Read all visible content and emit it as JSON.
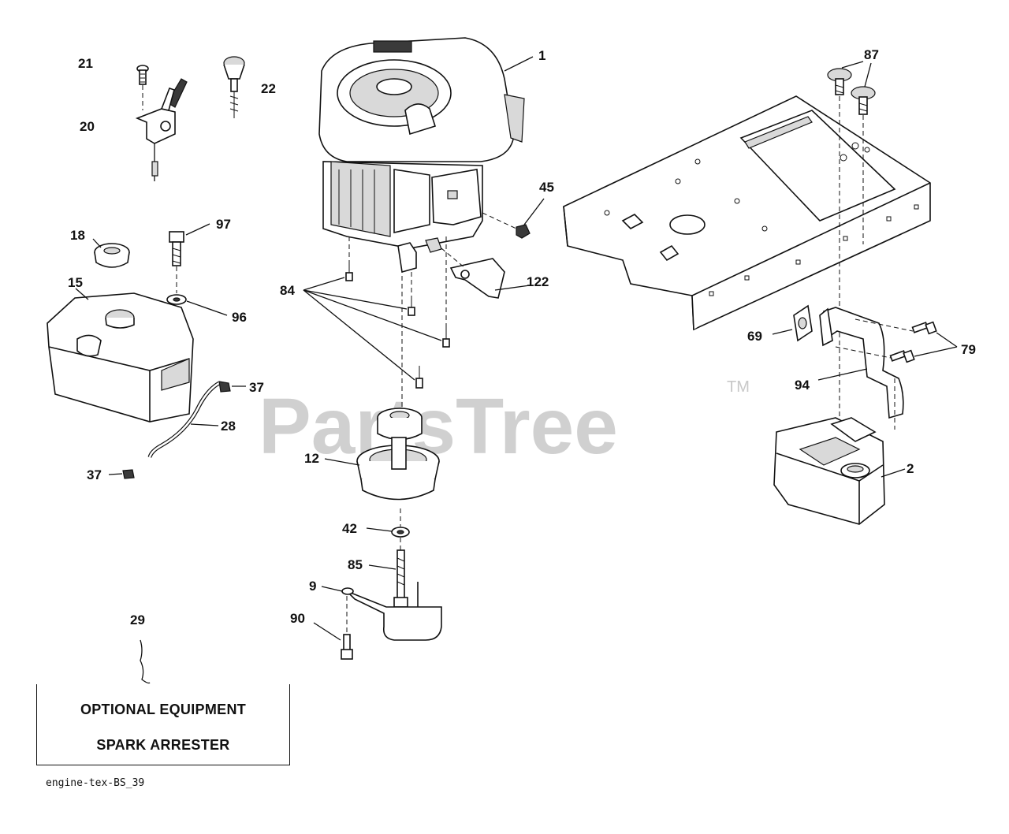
{
  "watermark": {
    "text": "PartsTree",
    "trademark": "TM"
  },
  "callouts": {
    "c1": "1",
    "c2": "2",
    "c9": "9",
    "c12": "12",
    "c15": "15",
    "c18": "18",
    "c20": "20",
    "c21": "21",
    "c22": "22",
    "c28": "28",
    "c29": "29",
    "c37a": "37",
    "c37b": "37",
    "c42": "42",
    "c45": "45",
    "c69": "69",
    "c79": "79",
    "c84": "84",
    "c85": "85",
    "c87": "87",
    "c90": "90",
    "c94": "94",
    "c96": "96",
    "c97": "97",
    "c122": "122"
  },
  "optional_box": {
    "line1": "OPTIONAL EQUIPMENT",
    "line2": "SPARK ARRESTER"
  },
  "footer": {
    "code": "engine-tex-BS_39"
  }
}
